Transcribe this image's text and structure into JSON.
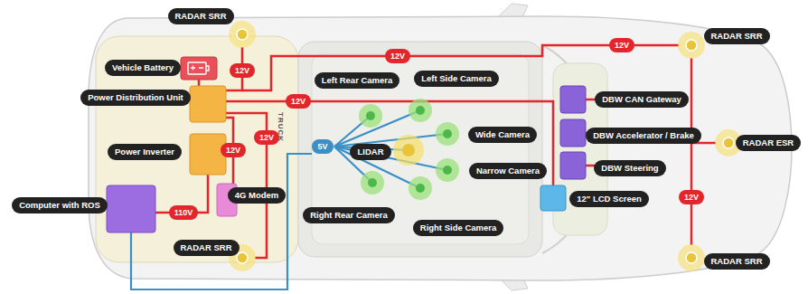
{
  "diagram": {
    "nodes": [
      {
        "text": [
          "RADAR SRR"
        ]
      },
      {
        "text": [
          "Vehicle Battery"
        ]
      },
      {
        "text": [
          "Power Distribution Unit"
        ]
      },
      {
        "text": [
          "Power Inverter"
        ]
      },
      {
        "text": [
          "Computer with ROS"
        ]
      },
      {
        "text": [
          "4G Modem"
        ]
      },
      {
        "text": [
          "RADAR SRR"
        ]
      },
      {
        "text": [
          "Left Rear Camera"
        ]
      },
      {
        "text": [
          "Left Side Camera"
        ]
      },
      {
        "text": [
          "LIDAR"
        ]
      },
      {
        "text": [
          "Wide Camera"
        ]
      },
      {
        "text": [
          "Narrow Camera"
        ]
      },
      {
        "text": [
          "Right Rear Camera"
        ]
      },
      {
        "text": [
          "Right Side Camera"
        ]
      },
      {
        "text": [
          "12\" LCD Screen"
        ]
      },
      {
        "text": [
          "DBW CAN Gateway"
        ]
      },
      {
        "text": [
          "DBW Accelerator / Brake"
        ]
      },
      {
        "text": [
          "DBW Steering"
        ]
      },
      {
        "text": [
          "RADAR SRR"
        ]
      },
      {
        "text": [
          "RADAR ESR"
        ]
      },
      {
        "text": [
          "RADAR SRR"
        ]
      }
    ],
    "labels": [
      "12V",
      "12V",
      "12V",
      "12V",
      "12V",
      "12V",
      "12V",
      "110V",
      "5V",
      "TRUCK"
    ]
  }
}
